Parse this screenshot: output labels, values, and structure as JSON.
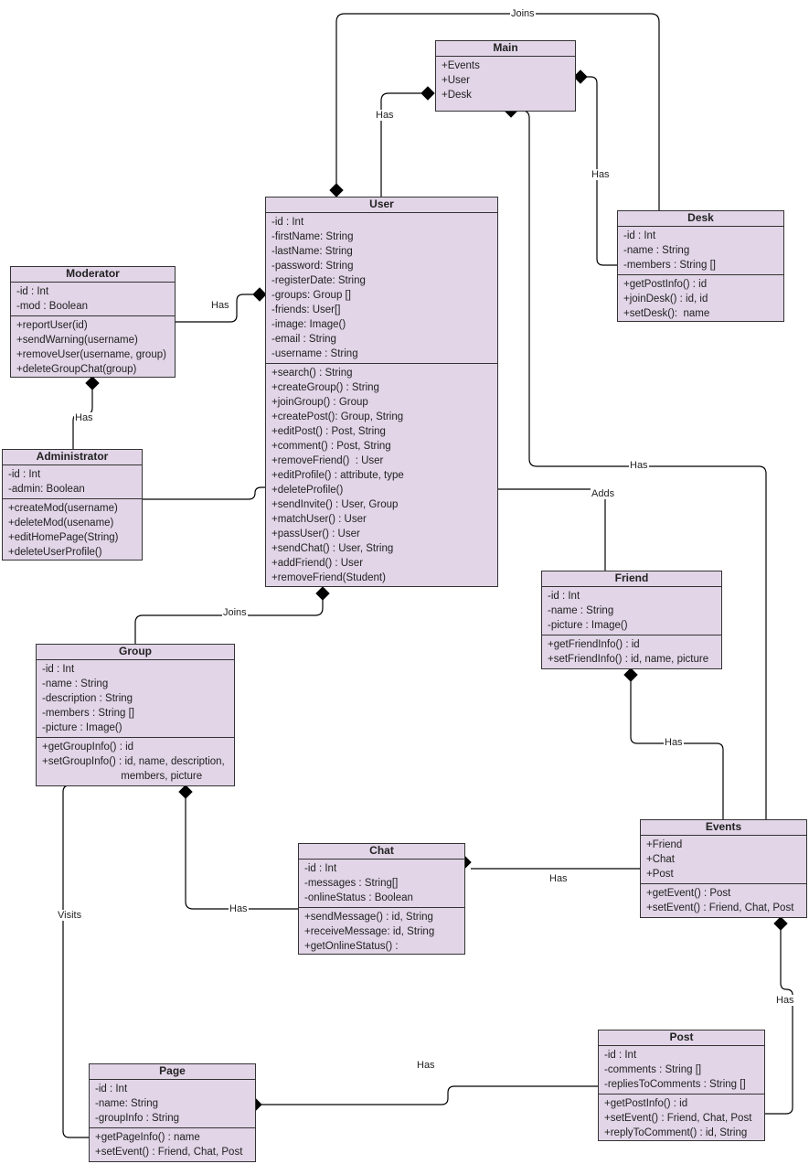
{
  "classes": {
    "main": {
      "name": "Main",
      "attributes": [
        "+Events",
        "+User",
        "+Desk"
      ],
      "methods": []
    },
    "user": {
      "name": "User",
      "attributes": [
        "-id : Int",
        "-firstName: String",
        "-lastName: String",
        "-password: String",
        "-registerDate: String",
        "-groups: Group []",
        "-friends: User[]",
        "-image: Image()",
        "-email : String",
        "-username : String"
      ],
      "methods": [
        "+search() : String",
        "+createGroup() : String",
        "+joinGroup() : Group",
        "+createPost(): Group, String",
        "+editPost() : Post, String",
        "+comment() : Post, String",
        "+removeFriend()  : User",
        "+editProfile() : attribute, type",
        "+deleteProfile()",
        "+sendInvite() : User, Group",
        "+matchUser() : User",
        "+passUser() : User",
        "+sendChat() : User, String",
        "+addFriend() : User",
        "+removeFriend(Student)"
      ]
    },
    "desk": {
      "name": "Desk",
      "attributes": [
        "-id : Int",
        "-name : String",
        "-members : String []"
      ],
      "methods": [
        "+getPostInfo() : id",
        "+joinDesk() : id, id",
        "+setDesk():  name"
      ]
    },
    "moderator": {
      "name": "Moderator",
      "attributes": [
        "-id : Int",
        "-mod : Boolean"
      ],
      "methods": [
        "+reportUser(id)",
        "+sendWarning(username)",
        "+removeUser(username, group)",
        "+deleteGroupChat(group)"
      ]
    },
    "administrator": {
      "name": "Administrator",
      "attributes": [
        "-id : Int",
        "-admin: Boolean"
      ],
      "methods": [
        "+createMod(username)",
        "+deleteMod(usename)",
        "+editHomePage(String)",
        "+deleteUserProfile()"
      ]
    },
    "friend": {
      "name": "Friend",
      "attributes": [
        "-id : Int",
        "-name : String",
        "-picture : Image()"
      ],
      "methods": [
        "+getFriendInfo() : id",
        "+setFriendInfo() : id, name, picture"
      ]
    },
    "group": {
      "name": "Group",
      "attributes": [
        "-id : Int",
        "-name : String",
        "-description : String",
        "-members : String []",
        "-picture : Image()"
      ],
      "methods": [
        "+getGroupInfo() : id",
        "+setGroupInfo() : id, name, description,",
        "                           members, picture"
      ]
    },
    "chat": {
      "name": "Chat",
      "attributes": [
        "-id : Int",
        "-messages : String[]",
        "-onlineStatus : Boolean"
      ],
      "methods": [
        "+sendMessage() : id, String",
        "+receiveMessage: id, String",
        "+getOnlineStatus() :"
      ]
    },
    "events": {
      "name": "Events",
      "attributes": [
        "+Friend",
        "+Chat",
        "+Post"
      ],
      "methods": [
        "+getEvent() : Post",
        "+setEvent() : Friend, Chat, Post"
      ]
    },
    "post": {
      "name": "Post",
      "attributes": [
        "-id : Int",
        "-comments : String []",
        "-repliesToComments : String []"
      ],
      "methods": [
        "+getPostInfo() : id",
        "+setEvent() : Friend, Chat, Post",
        "+replyToComment() : id, String"
      ]
    },
    "page": {
      "name": "Page",
      "attributes": [
        "-id : Int",
        "-name: String",
        "-groupInfo : String"
      ],
      "methods": [
        "+getPageInfo() : name",
        "+setEvent() : Friend, Chat, Post"
      ]
    }
  },
  "relations": [
    {
      "id": "user-main-joins",
      "label": "Joins"
    },
    {
      "id": "user-main-has",
      "label": "Has"
    },
    {
      "id": "desk-main-has",
      "label": "Has"
    },
    {
      "id": "moderator-user-has",
      "label": "Has"
    },
    {
      "id": "administrator-moderator-has",
      "label": "Has"
    },
    {
      "id": "administrator-user",
      "label": ""
    },
    {
      "id": "events-main-has",
      "label": "Has"
    },
    {
      "id": "friend-user-adds",
      "label": "Adds"
    },
    {
      "id": "group-user-joins",
      "label": "Joins"
    },
    {
      "id": "events-friend-has",
      "label": "Has"
    },
    {
      "id": "chat-group-has",
      "label": "Has"
    },
    {
      "id": "events-chat-has",
      "label": "Has"
    },
    {
      "id": "page-group-visits",
      "label": "Visits"
    },
    {
      "id": "post-events-has",
      "label": "Has"
    },
    {
      "id": "post-page-has",
      "label": "Has"
    }
  ]
}
